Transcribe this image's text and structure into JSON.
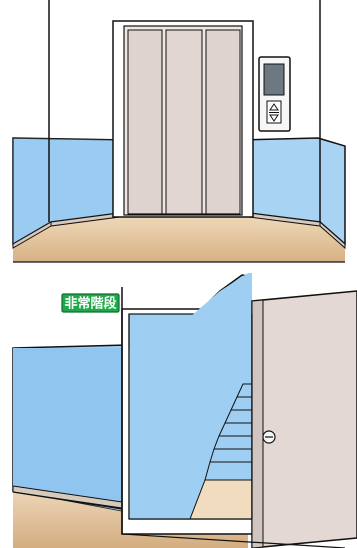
{
  "scenes": [
    {
      "id": "elevator-hall",
      "elements": [
        "elevator-doors",
        "elevator-call-panel",
        "up-down-button"
      ]
    },
    {
      "id": "emergency-stairs",
      "sign": {
        "text": "非常階段",
        "background_color": "#1ea84a",
        "text_color": "#ffffff"
      },
      "elements": [
        "open-door",
        "staircase",
        "door-handle"
      ]
    }
  ],
  "colors": {
    "wall_blue": "#9ccbee",
    "wall_blue_dark": "#7fb7e5",
    "floor": "#efd6b3",
    "floor_dark": "#deb98d",
    "baseboard": "#d9cbb8",
    "door": "#e2d6d2",
    "door_dark": "#c5b6b2",
    "panel_dark": "#6f7e88",
    "outline": "#1d1d1d"
  }
}
